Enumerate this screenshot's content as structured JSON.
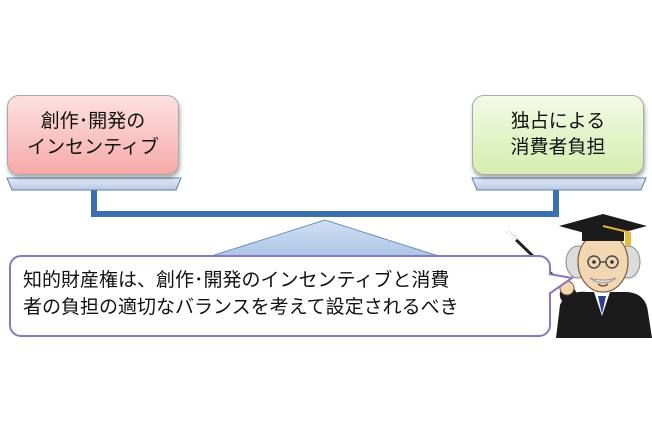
{
  "left_box": {
    "line1": "創作･開発の",
    "line2": "インセンティブ"
  },
  "right_box": {
    "line1": "独占による",
    "line2": "消費者負担"
  },
  "speech": {
    "line1": "知的財産権は、創作･開発のインセンティブと消費",
    "line2": "者の負担の適切なバランスを考えて設定されるべき"
  },
  "colors": {
    "left_box": "#f6aaa8",
    "right_box": "#d5edb0",
    "balance_beam": "#3a6fb0",
    "fulcrum": "#c5d7ee",
    "speech_border": "#8a77bd"
  },
  "icons": [
    "balance-scale-icon",
    "professor-icon"
  ]
}
